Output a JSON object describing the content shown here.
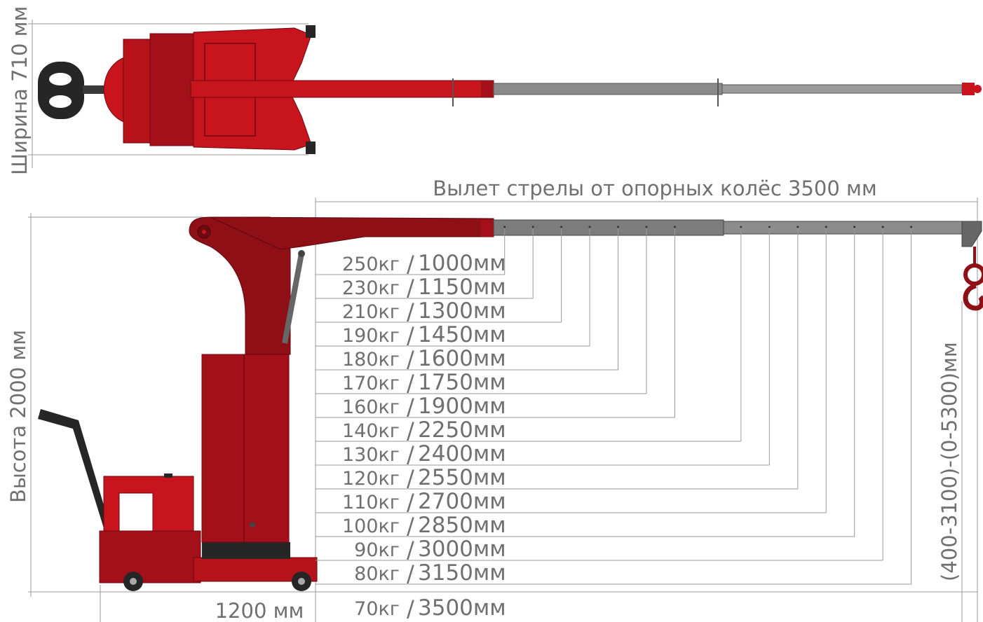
{
  "dimensions": {
    "width_label": "Ширина 710 мм",
    "reach_label": "Вылет стрелы от опорных колёс 3500 мм",
    "height_label": "Высота 2000 мм",
    "base_label": "1200 мм",
    "hook_range_label": "(400-3100)-(0-5300)мм"
  },
  "load_table": [
    {
      "load": "250кг",
      "reach": "1000мм",
      "load_kg": 250,
      "reach_mm": 1000
    },
    {
      "load": "230кг",
      "reach": "1150мм",
      "load_kg": 230,
      "reach_mm": 1150
    },
    {
      "load": "210кг",
      "reach": "1300мм",
      "load_kg": 210,
      "reach_mm": 1300
    },
    {
      "load": "190кг",
      "reach": "1450мм",
      "load_kg": 190,
      "reach_mm": 1450
    },
    {
      "load": "180кг",
      "reach": "1600мм",
      "load_kg": 180,
      "reach_mm": 1600
    },
    {
      "load": "170кг",
      "reach": "1750мм",
      "load_kg": 170,
      "reach_mm": 1750
    },
    {
      "load": "160кг",
      "reach": "1900мм",
      "load_kg": 160,
      "reach_mm": 1900
    },
    {
      "load": "140кг",
      "reach": "2250мм",
      "load_kg": 140,
      "reach_mm": 2250
    },
    {
      "load": "130кг",
      "reach": "2400мм",
      "load_kg": 130,
      "reach_mm": 2400
    },
    {
      "load": "120кг",
      "reach": "2550мм",
      "load_kg": 120,
      "reach_mm": 2550
    },
    {
      "load": "110кг",
      "reach": "2700мм",
      "load_kg": 110,
      "reach_mm": 2700
    },
    {
      "load": "100кг",
      "reach": "2850мм",
      "load_kg": 100,
      "reach_mm": 2850
    },
    {
      "load": "90кг",
      "reach": "3000мм",
      "load_kg": 90,
      "reach_mm": 3000
    },
    {
      "load": "80кг",
      "reach": "3150мм",
      "load_kg": 80,
      "reach_mm": 3150
    },
    {
      "load": "70кг",
      "reach": "3500мм",
      "load_kg": 70,
      "reach_mm": 3500
    }
  ],
  "colors": {
    "body_red": "#c8141c",
    "dark_red": "#8e0f16",
    "boom_grey": "#8a8a8a",
    "dim_line": "#9a9a9a",
    "text_grey": "#707070",
    "black_parts": "#262626"
  }
}
